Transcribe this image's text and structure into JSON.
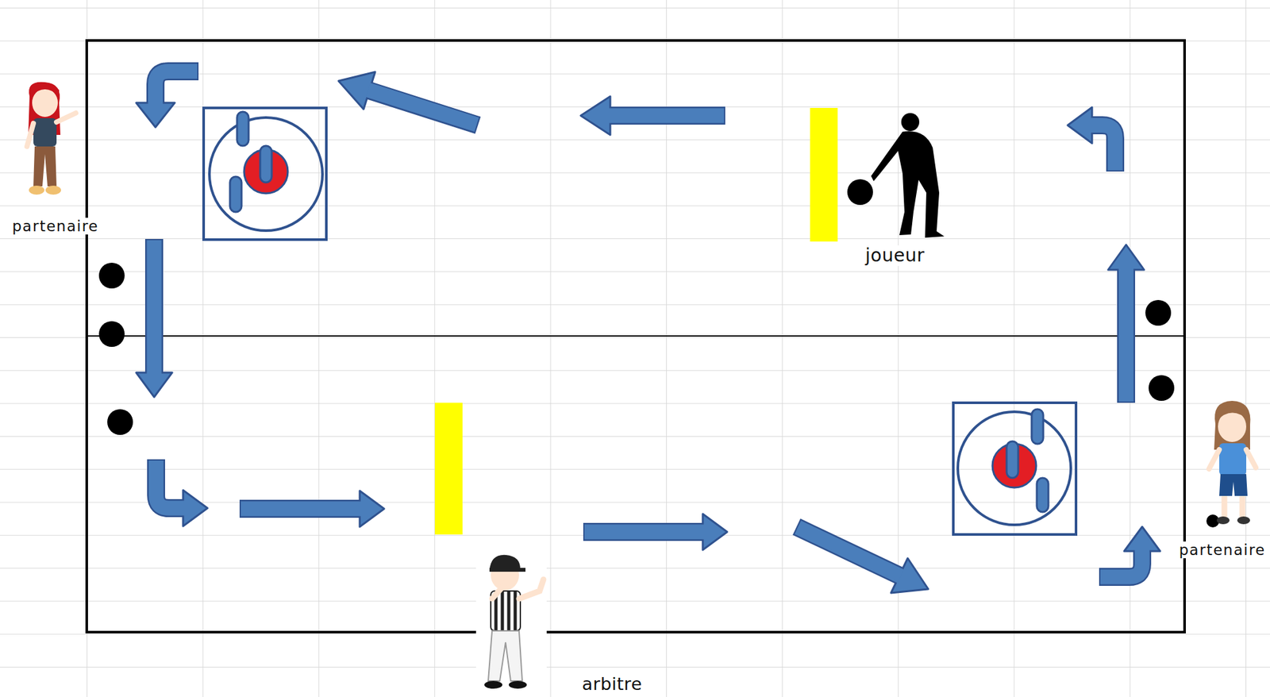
{
  "diagram": {
    "labels": [
      "partenaire",
      "joueur",
      "partenaire",
      "arbitre"
    ]
  }
}
